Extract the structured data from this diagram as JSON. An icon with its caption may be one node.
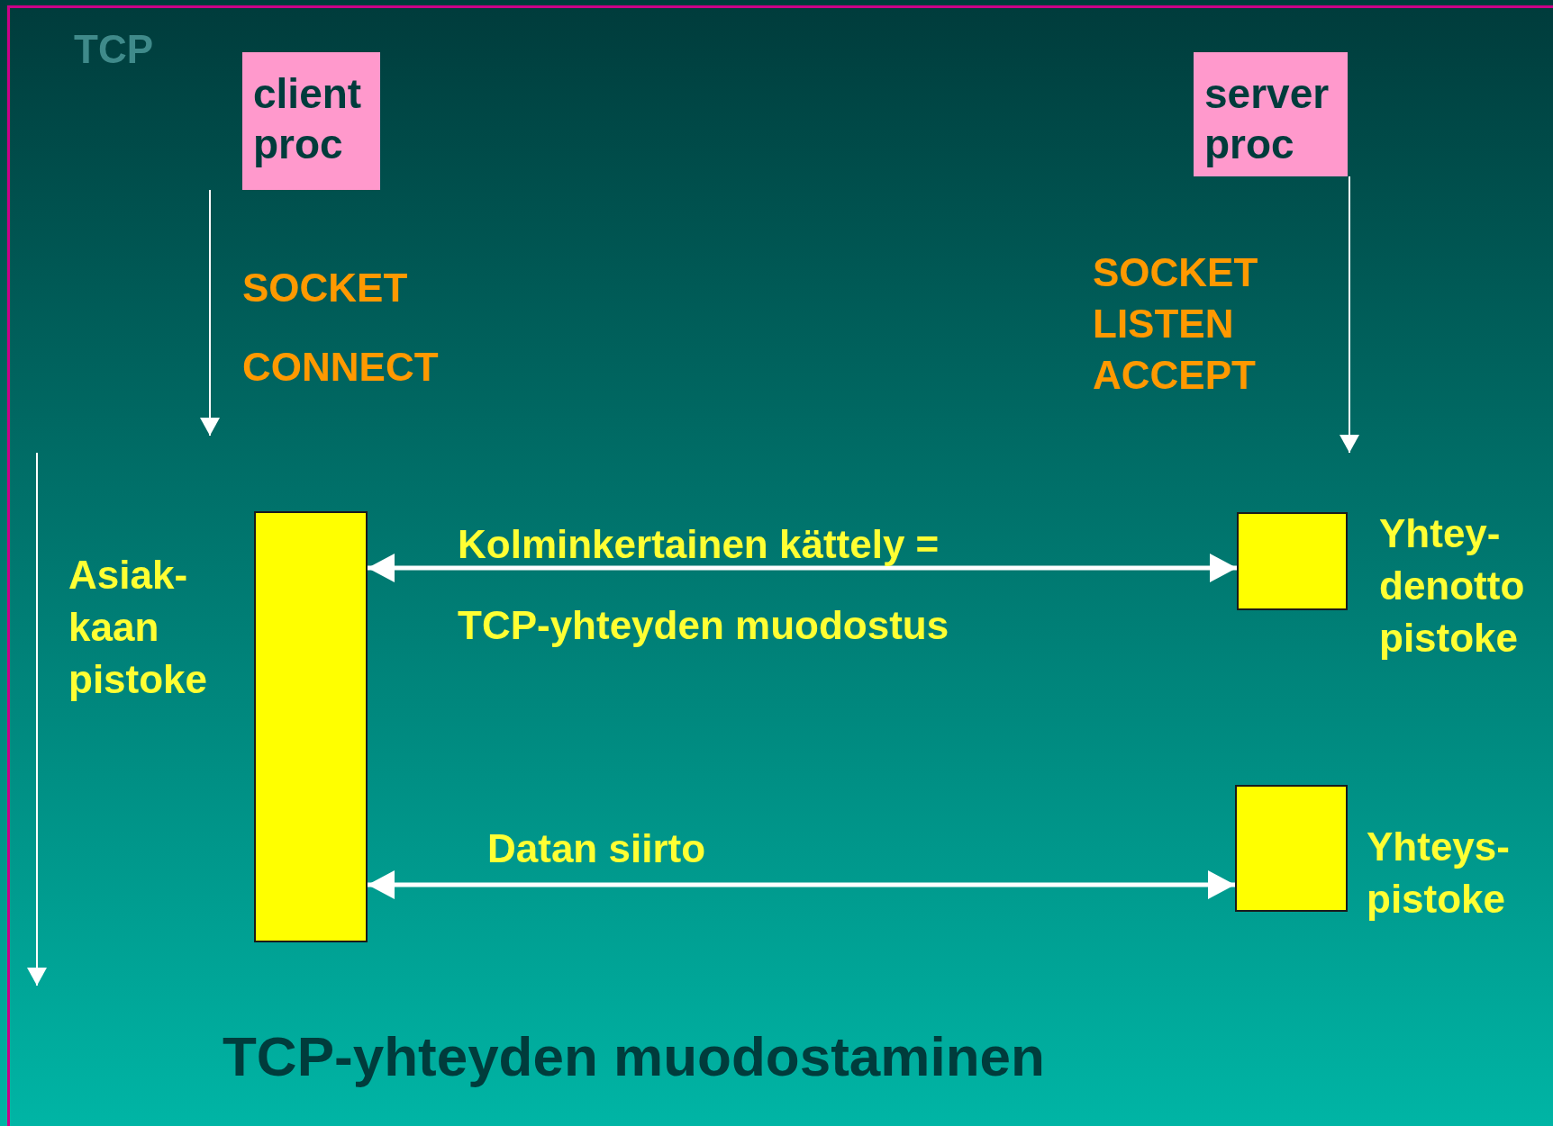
{
  "diagram": {
    "title": "TCP-yhteyden muodostaminen",
    "nodes": [
      {
        "text": [
          "client proc"
        ]
      },
      {
        "text": [
          "server proc"
        ]
      },
      {
        "text": [],
        "shape": "box",
        "beside": [
          "Asiak- kaan pistoke"
        ]
      },
      {
        "text": [],
        "shape": "box",
        "beside": [
          "Yhtey- denotto pistoke"
        ]
      },
      {
        "text": [],
        "shape": "box",
        "beside": [
          "Yhteys- pistoke"
        ]
      }
    ],
    "edges": [
      {
        "from": 0,
        "to": null,
        "arrow": "to"
      },
      {
        "from": 1,
        "to": null,
        "arrow": "to"
      },
      {
        "from": 2,
        "to": 3,
        "arrow": "both",
        "label": "Kolminkertainen kättely = TCP-yhteyden muodostus",
        "style": "thick"
      },
      {
        "from": 2,
        "to": 4,
        "arrow": "both",
        "label": "Datan siirto",
        "style": "thick"
      }
    ],
    "labels": [
      "TCP",
      "SOCKET",
      "CONNECT",
      "SOCKET",
      "LISTEN",
      "ACCEPT"
    ]
  }
}
